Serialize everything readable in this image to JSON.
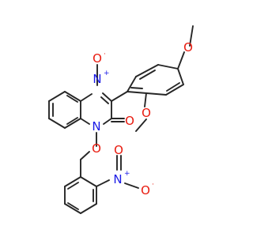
{
  "colors": {
    "bond": "#262626",
    "oxygen": "#e8190d",
    "nitrogen": "#1a1ae6"
  },
  "atoms": {
    "n_oxide": {
      "symbol": "N",
      "charge": "+"
    },
    "o_oxide": {
      "symbol": "O",
      "charge": "·"
    },
    "carbonyl_o": {
      "symbol": "O"
    },
    "n_ring": {
      "symbol": "N"
    },
    "o_ether": {
      "symbol": "O"
    },
    "methoxy_top_o": {
      "symbol": "O"
    },
    "methoxy_mid_o": {
      "symbol": "O"
    },
    "nitro_n": {
      "symbol": "N",
      "charge": "+"
    },
    "nitro_o_top": {
      "symbol": "O"
    },
    "nitro_o_right": {
      "symbol": "O",
      "charge": "·"
    }
  }
}
